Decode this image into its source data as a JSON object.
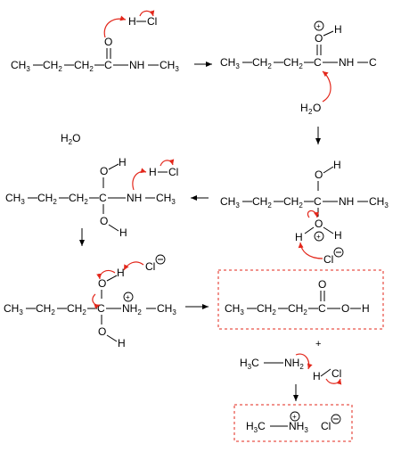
{
  "labels": {
    "ch3": "CH",
    "ch2": "CH",
    "c": "C",
    "o": "O",
    "h": "H",
    "nh": "NH",
    "cl": "Cl",
    "water": "H",
    "water_o": "O",
    "h3c": "H",
    "n": "N",
    "sub2": "2",
    "sub3": "3",
    "plus": "+"
  },
  "colors": {
    "text": "#000000",
    "curly_arrow": "#e3271b",
    "product_box": "#e3271b"
  },
  "symbols": {
    "positive_charge": "⊕",
    "negative_charge": "⊖"
  }
}
